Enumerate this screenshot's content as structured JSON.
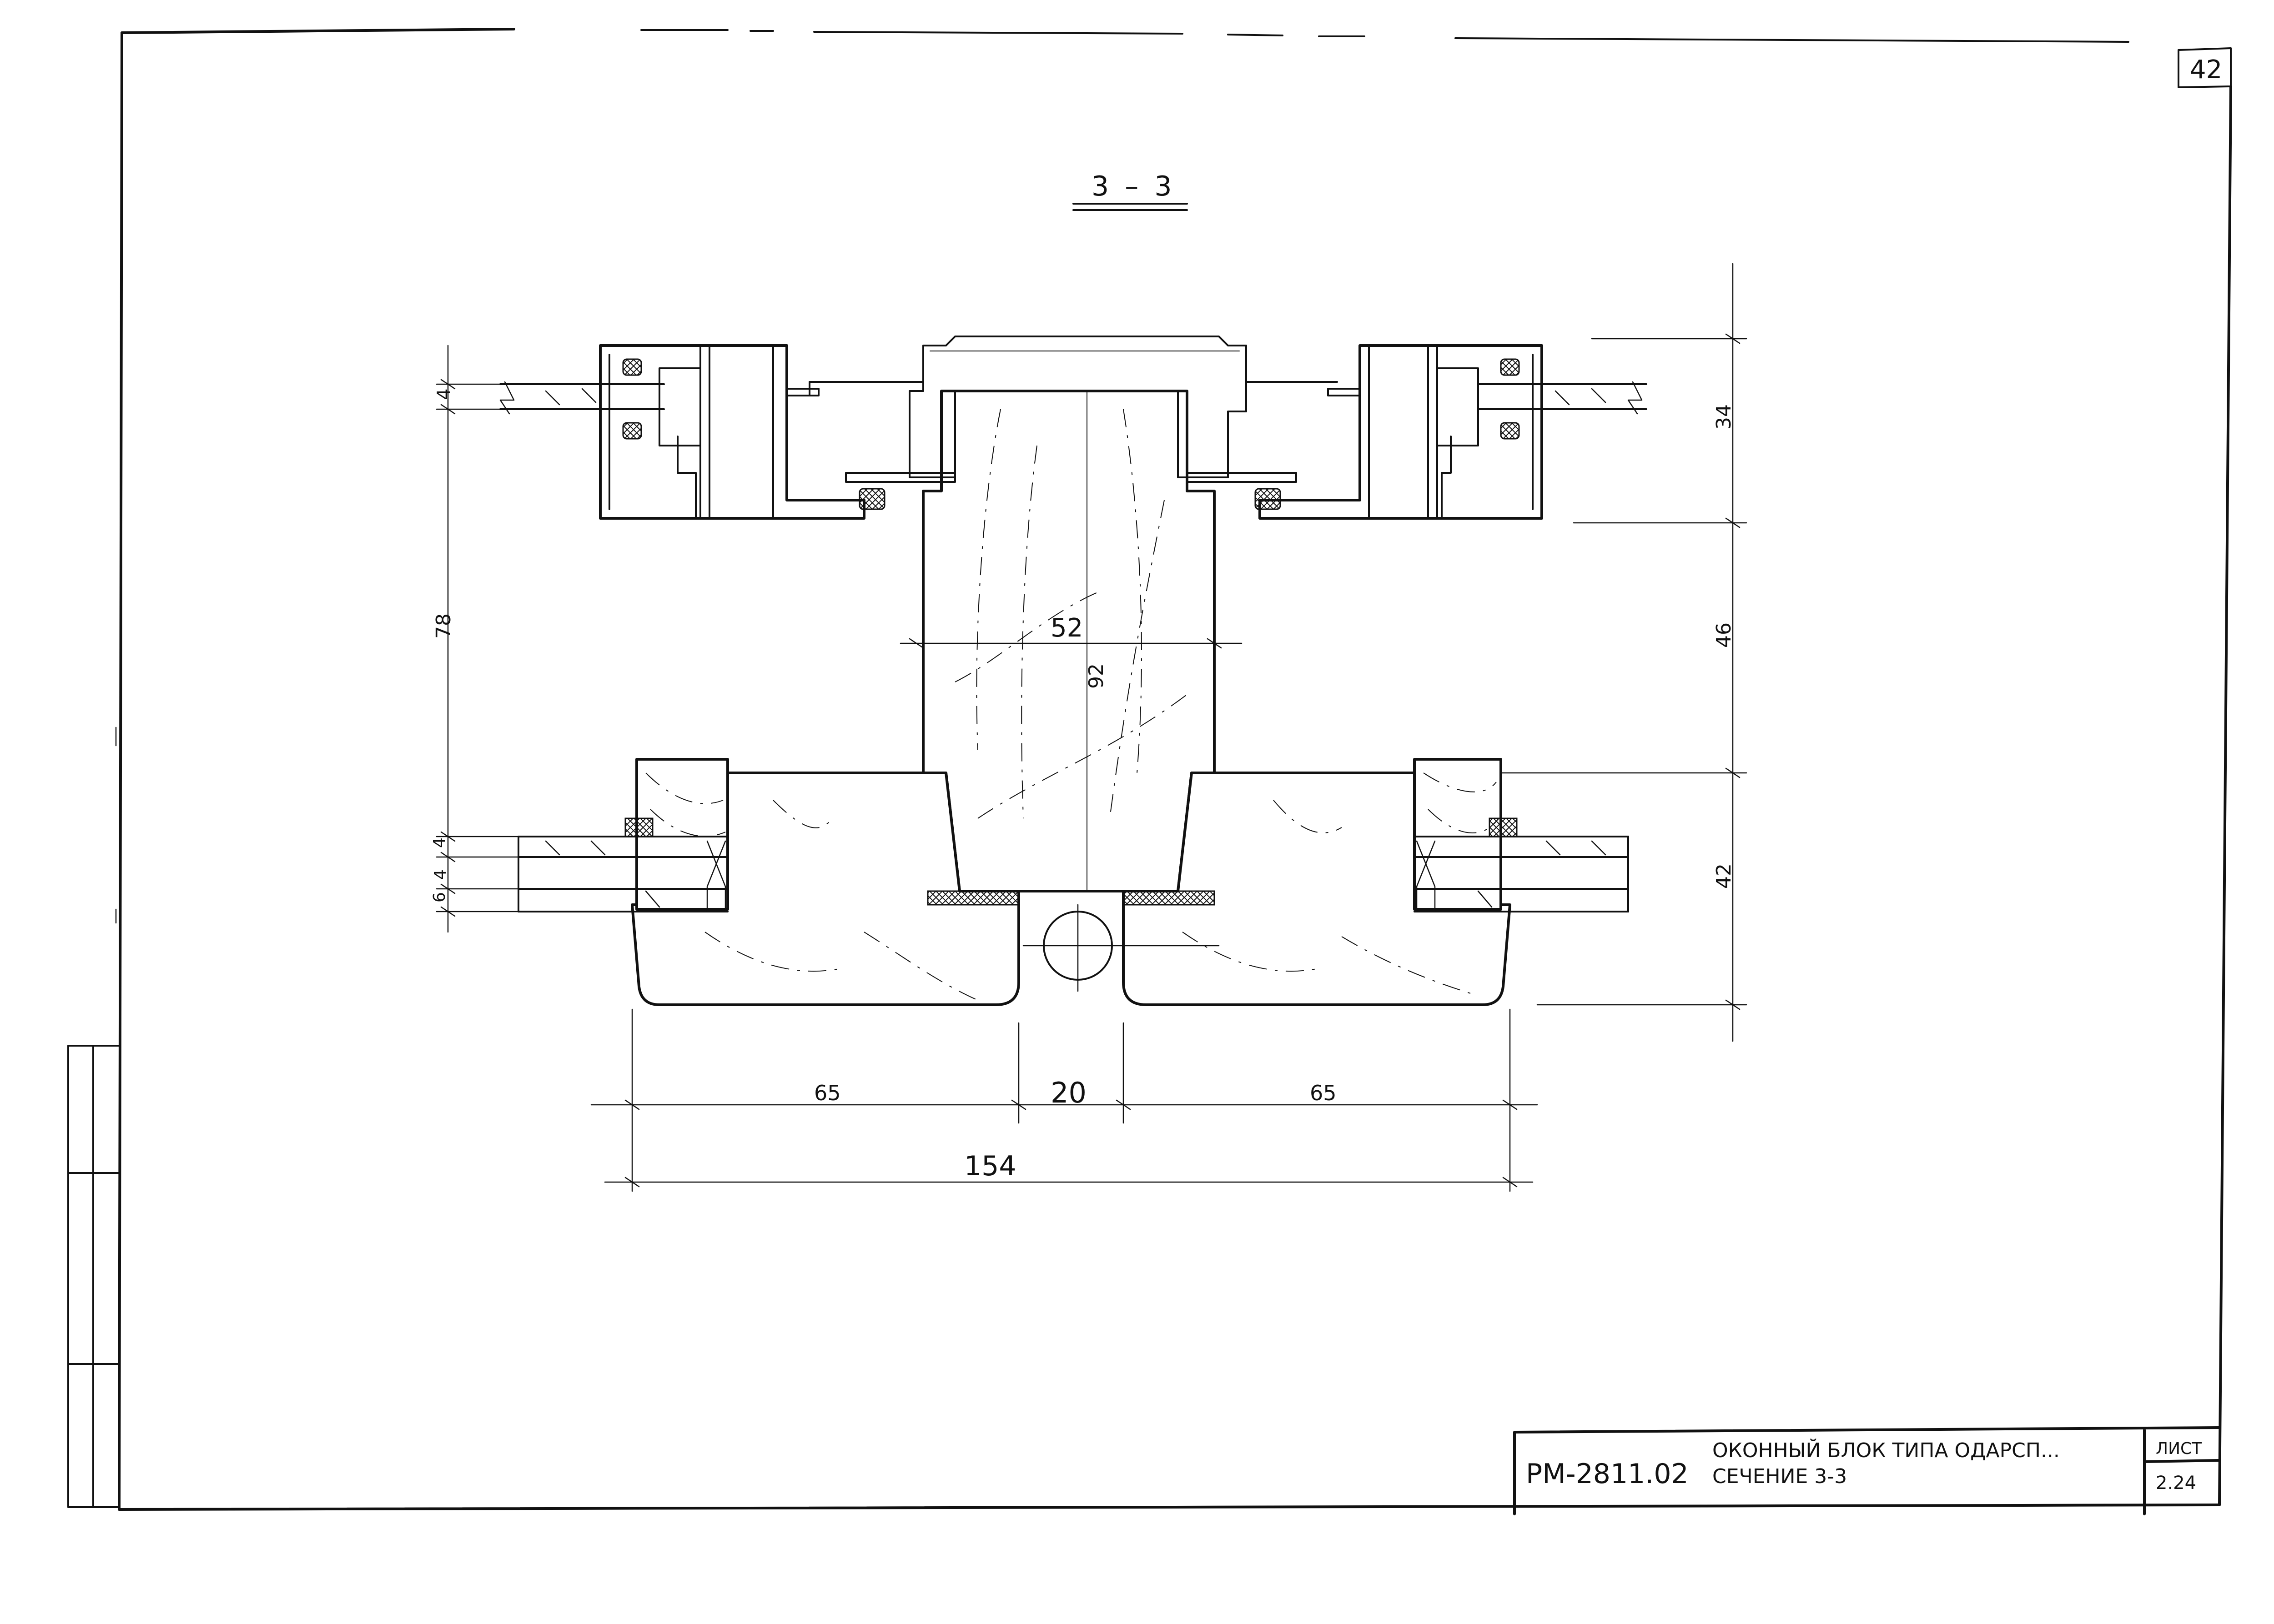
{
  "sheet": {
    "corner_number": "42",
    "section_title": "3 – 3"
  },
  "dimensions": {
    "left_glass_4": "4",
    "left_78": "78",
    "left_lower_4": "4",
    "left_lower_4b": "4",
    "left_lower_6": "6",
    "right_34": "34",
    "right_46": "46",
    "right_42": "42",
    "center_52": "52",
    "center_92": "92",
    "bottom_65_left": "65",
    "bottom_20": "20",
    "bottom_65_right": "65",
    "bottom_154": "154"
  },
  "title_block": {
    "code": "РМ-2811.02",
    "title_line1": "ОКОННЫЙ БЛОК ТИПА ОДАРСП...",
    "title_line2": "СЕЧЕНИЕ 3-3",
    "sheet_label": "ЛИСТ",
    "sheet_number": "2.24"
  }
}
